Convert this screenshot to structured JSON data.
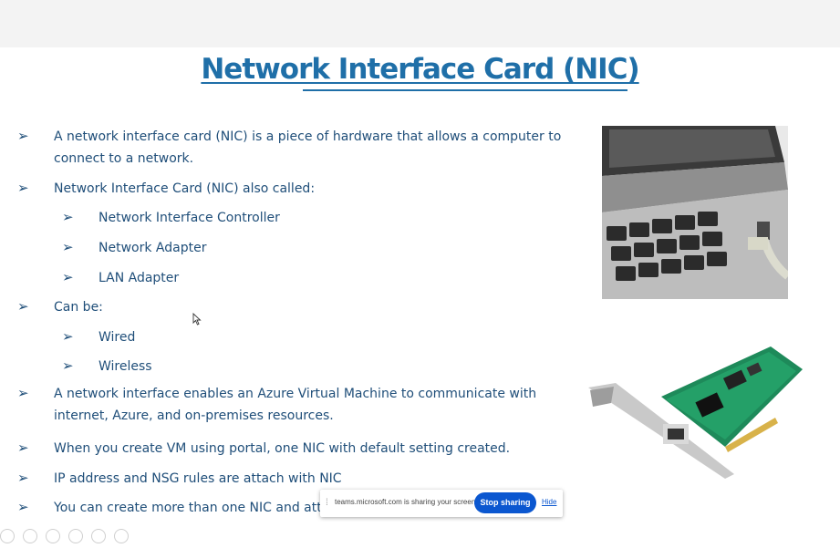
{
  "slide": {
    "title": "Network Interface Card (NIC)",
    "bullets": [
      {
        "text_line1": "A network interface card (NIC) is a piece of hardware that allows a computer to",
        "text_line2": "connect to a network."
      },
      {
        "text": "Network Interface Card (NIC) also called:"
      },
      {
        "text": "Network Interface Controller"
      },
      {
        "text": "Network Adapter"
      },
      {
        "text": "LAN Adapter"
      },
      {
        "text": "Can be:"
      },
      {
        "text": "Wired"
      },
      {
        "text": "Wireless"
      },
      {
        "text_line1": "A network interface enables an Azure Virtual Machine to communicate with",
        "text_line2": "internet, Azure, and on-premises resources."
      },
      {
        "text": "When you create VM using portal, one NIC with default setting created."
      },
      {
        "text": "IP address and NSG rules are attach with NIC"
      },
      {
        "text": "You can create more than one NIC and attach"
      }
    ],
    "arrow_glyph": "➢"
  },
  "share_bar": {
    "message": "teams.microsoft.com is sharing your screen.",
    "stop_label": "Stop sharing",
    "hide_label": "Hide"
  },
  "colors": {
    "title": "#1f6fa8",
    "body_text": "#1f4e79",
    "stop_button": "#0b57d0"
  }
}
